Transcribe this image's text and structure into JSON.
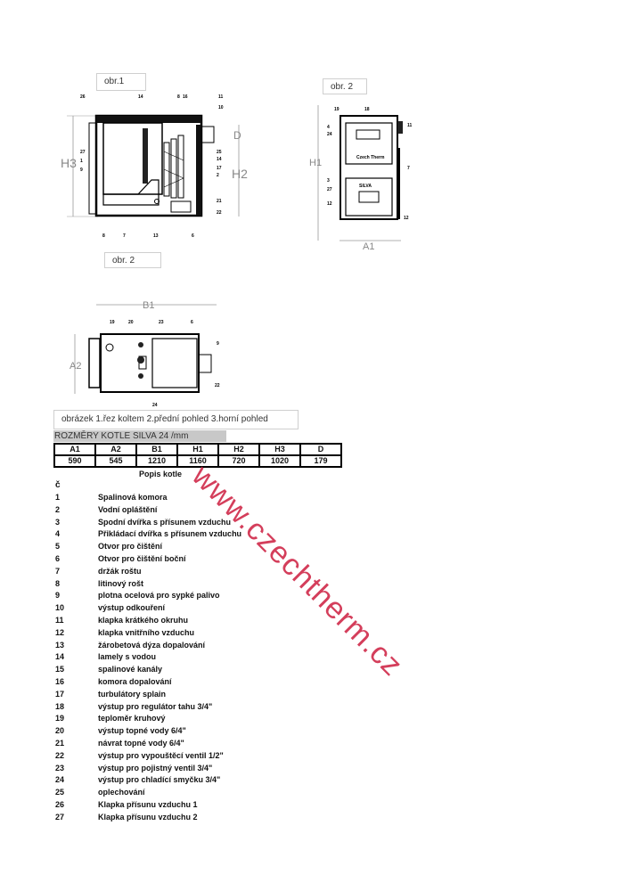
{
  "figures": {
    "fig1_label": "obr.1",
    "fig2_label": "obr. 2",
    "fig3_label": "obr. 2",
    "fig1_dims": {
      "h3": "H3",
      "h2": "H2",
      "d": "D"
    },
    "fig2_dims": {
      "h1": "H1",
      "a1": "A1"
    },
    "fig3_dims": {
      "b1": "B1",
      "a2": "A2"
    },
    "fig1_callouts": [
      "26",
      "14",
      "8",
      "16",
      "11",
      "10",
      "27",
      "1",
      "9",
      "25",
      "14",
      "17",
      "2",
      "21",
      "22",
      "6",
      "8",
      "7",
      "13"
    ],
    "fig2_callouts": [
      "19",
      "18",
      "4",
      "24",
      "11",
      "3",
      "27",
      "12",
      "7",
      "12"
    ],
    "fig2_brand_top": "CzechTherm",
    "fig2_brand_mid": "SILVA",
    "fig3_callouts": [
      "19",
      "20",
      "23",
      "6",
      "9",
      "22",
      "24"
    ],
    "caption": "obrázek  1.řez koltem 2.přední pohled 3.horní pohled"
  },
  "dimensions_table": {
    "title": "ROZMĚRY KOTLE SILVA 24 /mm",
    "headers": [
      "A1",
      "A2",
      "B1",
      "H1",
      "H2",
      "H3",
      "D"
    ],
    "values": [
      "590",
      "545",
      "1210",
      "1160",
      "720",
      "1020",
      "179"
    ]
  },
  "legend": {
    "title": "Popis kotle",
    "number_header": "č",
    "items": [
      {
        "n": "1",
        "t": "Spalinová komora"
      },
      {
        "n": "2",
        "t": "Vodní opláštění"
      },
      {
        "n": "3",
        "t": "Spodní dvířka s přísunem vzduchu"
      },
      {
        "n": "4",
        "t": "Přikládací dvířka s přísunem vzduchu"
      },
      {
        "n": "5",
        "t": "Otvor pro čištění"
      },
      {
        "n": "6",
        "t": "Otvor pro čištění boční"
      },
      {
        "n": "7",
        "t": "držák roštu"
      },
      {
        "n": "8",
        "t": "litinový rošt"
      },
      {
        "n": "9",
        "t": "plotna ocelová pro sypké palivo"
      },
      {
        "n": "10",
        "t": "výstup odkouření"
      },
      {
        "n": "11",
        "t": "klapka krátkého okruhu"
      },
      {
        "n": "12",
        "t": "klapka vnitřního vzduchu"
      },
      {
        "n": "13",
        "t": "žárobetová dýza dopalování"
      },
      {
        "n": "14",
        "t": "lamely s vodou"
      },
      {
        "n": "15",
        "t": "spalinové kanály"
      },
      {
        "n": "16",
        "t": "komora dopalování"
      },
      {
        "n": "17",
        "t": "turbulátory splain"
      },
      {
        "n": "18",
        "t": "výstup pro regulátor tahu 3/4\""
      },
      {
        "n": "19",
        "t": "teploměr kruhový"
      },
      {
        "n": "20",
        "t": "výstup topné vody 6/4\""
      },
      {
        "n": "21",
        "t": "návrat topné vody 6/4\""
      },
      {
        "n": "22",
        "t": "výstup  pro vypouštěcí ventil 1/2\""
      },
      {
        "n": "23",
        "t": "výstup pro pojistný ventil 3/4\""
      },
      {
        "n": "24",
        "t": "výstup pro chladící smyčku 3/4\""
      },
      {
        "n": "25",
        "t": "oplechování"
      },
      {
        "n": "26",
        "t": "Klapka přísunu vzduchu 1"
      },
      {
        "n": "27",
        "t": "Klapka přísunu vzduchu 2"
      }
    ]
  },
  "watermark": "www.czechtherm.cz",
  "colors": {
    "watermark": "#d02a4a",
    "title_bar": "#c8c8c8"
  }
}
